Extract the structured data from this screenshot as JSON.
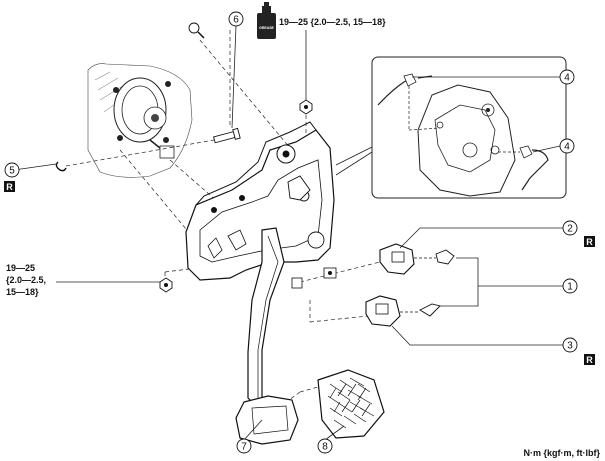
{
  "callouts": {
    "c1": "1",
    "c2": "2",
    "c3": "3",
    "c4a": "4",
    "c4b": "4",
    "c5": "5",
    "c6": "6",
    "c7": "7",
    "c8": "8"
  },
  "torque": {
    "top_line": "19—25 {2.0—2.5, 15—18}",
    "left_line1": "19—25",
    "left_line2": "{2.0—2.5,",
    "left_line3": "15—18}"
  },
  "replace_mark": "R",
  "units": "N·m {kgf·m, ft·lbf}",
  "grease_tube_label": "GREASE"
}
